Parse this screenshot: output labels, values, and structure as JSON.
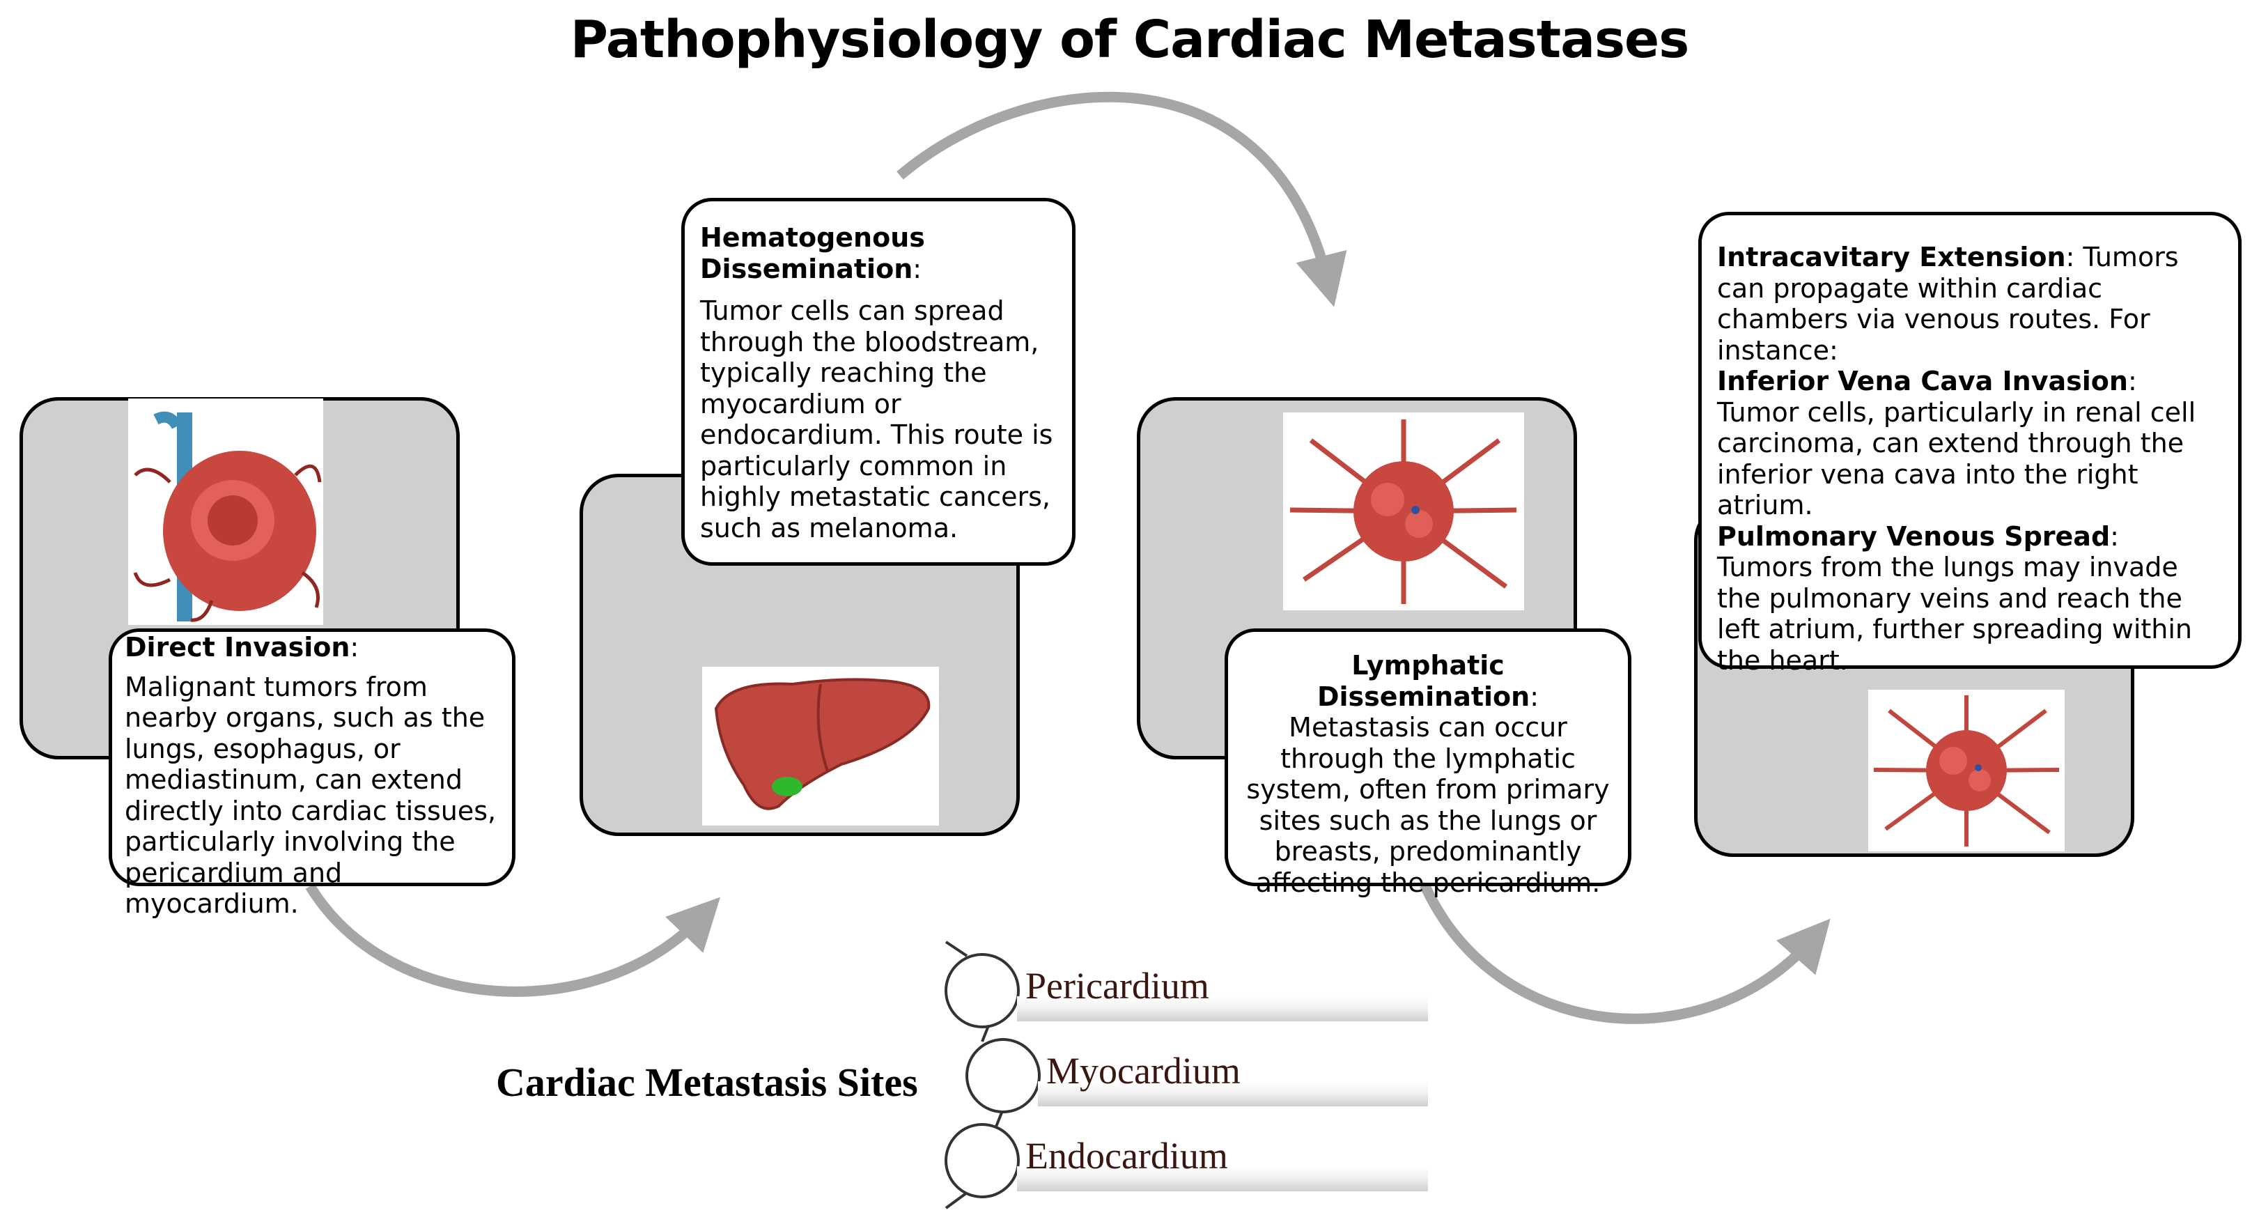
{
  "title": "Pathophysiology of Cardiac Metastases",
  "direct_invasion": {
    "heading": "Direct Invasion",
    "colon": ":",
    "body": " Malignant tumors from nearby organs, such as the lungs, esophagus, or mediastinum, can extend directly into cardiac tissues, particularly involving the pericardium and myocardium."
  },
  "hematogenous": {
    "heading": "Hematogenous Dissemination",
    "colon": ":",
    "body": " Tumor cells can spread through the bloodstream, typically reaching the myocardium or endocardium. This route is particularly common in highly metastatic cancers, such as melanoma."
  },
  "lymphatic": {
    "heading": "Lymphatic Dissemination",
    "colon": ":",
    "body": "Metastasis can occur through the lymphatic system, often from primary sites such as the lungs or breasts, predominantly affecting the pericardium."
  },
  "intracavitary": {
    "heading": "Intracavitary Extension",
    "body": ": Tumors can propagate within cardiac chambers via venous routes. For instance:",
    "ivc_heading": "Inferior Vena Cava Invasion",
    "ivc_body": ": Tumor cells, particularly in renal cell carcinoma, can extend through the inferior vena cava into the right atrium.",
    "pv_heading": "Pulmonary Venous Spread",
    "pv_body": ": Tumors from the lungs may invade the pulmonary veins and reach the left atrium, further spreading within the heart."
  },
  "sites": {
    "title": "Cardiac Metastasis Sites",
    "items": [
      "Pericardium",
      "Myocardium",
      "Endocardium"
    ]
  },
  "colors": {
    "panel": "#cfcfcf",
    "arrow": "#a6a6a6",
    "tissue": "#c8483f",
    "gallbladder": "#2eb82e"
  }
}
